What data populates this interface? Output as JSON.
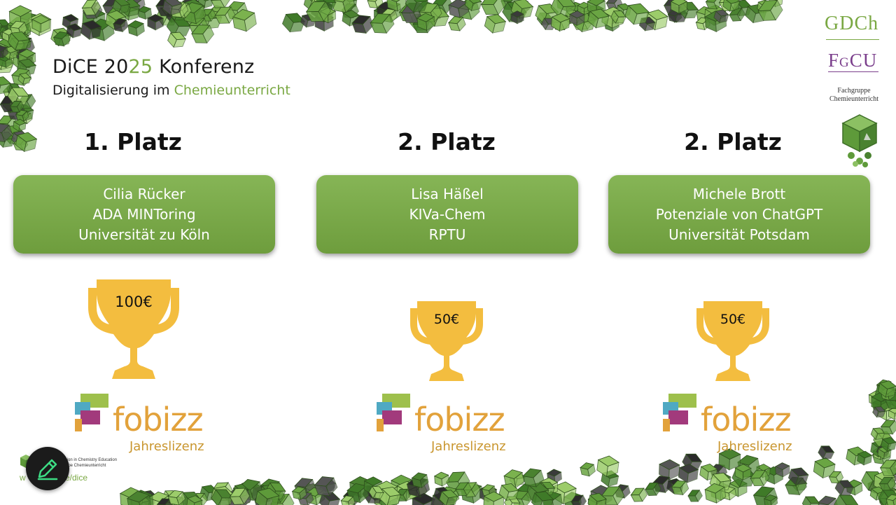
{
  "slide": {
    "title_prefix": "DiCE 20",
    "title_accent": "25",
    "title_suffix": " Konferenz",
    "subtitle_prefix": "Digitalisierung im ",
    "subtitle_accent": "Chemieunterricht"
  },
  "logos": {
    "gdch": "GDCh",
    "fgcu_f": "F",
    "fgcu_g": "G",
    "fgcu_cu": "CU",
    "fgcu_caption_1": "Fachgruppe",
    "fgcu_caption_2": "Chemieunterricht"
  },
  "winners": [
    {
      "place": "1. Platz",
      "name": "Cilia Rücker",
      "project": "ADA MINToring",
      "institution": "Universität zu Köln",
      "prize": "100€",
      "sponsor": "fobizz",
      "license": "Jahreslizenz"
    },
    {
      "place": "2. Platz",
      "name": "Lisa Häßel",
      "project": "KIVa-Chem",
      "institution": "RPTU",
      "prize": "50€",
      "sponsor": "fobizz",
      "license": "Jahreslizenz"
    },
    {
      "place": "2. Platz",
      "name": "Michele Brott",
      "project": "Potenziale von ChatGPT",
      "institution": "Universität Potsdam",
      "prize": "50€",
      "sponsor": "fobizz",
      "license": "Jahreslizenz"
    }
  ],
  "footer": {
    "url_fragment": "w",
    "url_fragment_2": "e/dice",
    "caption_1": "tion in Chemistry Education",
    "caption_2": "ppe Chemieunterricht"
  },
  "colors": {
    "accent_green": "#7aa843",
    "card_green": "#79a949",
    "trophy_gold": "#f3bd3f",
    "fobizz_orange": "#e2a23b",
    "fgcu_purple": "#7b3f8c"
  },
  "icons": {
    "edit": "pencil-icon",
    "cursor": "mouse-pointer-icon",
    "trophy": "trophy-icon",
    "molecule": "molecule-cube-icon"
  }
}
